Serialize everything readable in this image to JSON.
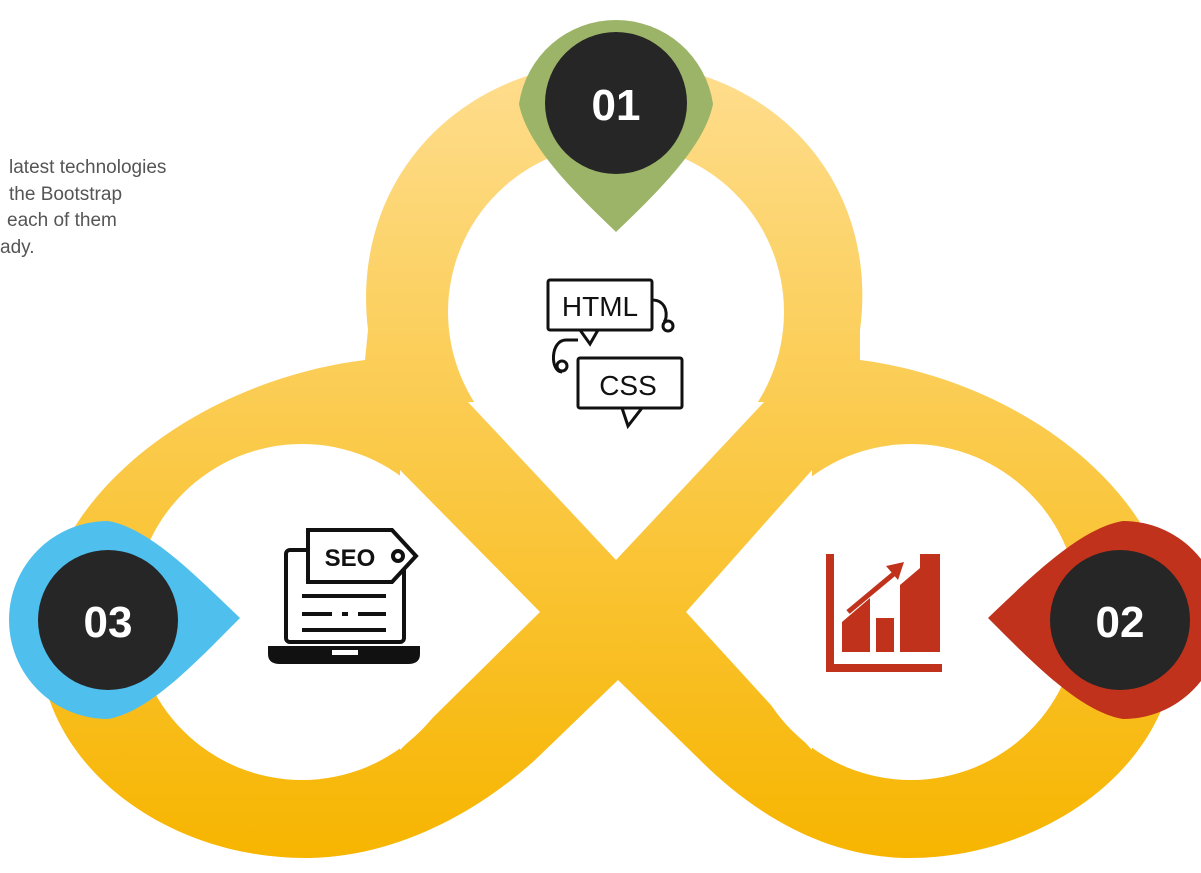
{
  "intro_text": {
    "line1": "latest technologies",
    "line2": "the Bootstrap",
    "line3": "each of them",
    "line4": "ady."
  },
  "steps": [
    {
      "number": "01",
      "pin_color": "#9CB467",
      "icon": "html-css-icon",
      "icon_text_1": "HTML",
      "icon_text_2": "CSS"
    },
    {
      "number": "02",
      "pin_color": "#C0321B",
      "icon": "growth-chart-icon"
    },
    {
      "number": "03",
      "pin_color": "#4FBFEE",
      "icon": "seo-laptop-icon",
      "icon_text_1": "SEO"
    }
  ],
  "colors": {
    "loop_top": "#FEDD8E",
    "loop_bottom": "#F7B500",
    "badge_fill": "#262626",
    "icon_dark": "#111111",
    "chart_red": "#C0321B"
  }
}
